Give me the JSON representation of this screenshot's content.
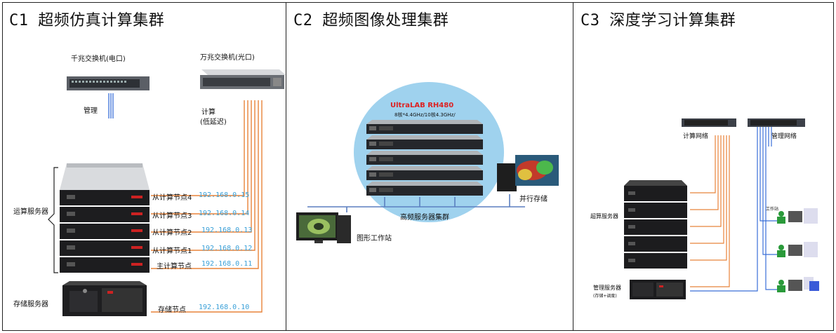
{
  "c1": {
    "title": "C1 超频仿真计算集群",
    "switch_gigabit": "千兆交换机(电口)",
    "switch_10g": "万兆交换机(光口)",
    "manage_label": "管理",
    "compute_label": "计算",
    "compute_sub": "(低延迟)",
    "compute_servers_label": "运算服务器",
    "storage_servers_label": "存储服务器",
    "nodes": [
      {
        "label": "从计算节点4",
        "ip": "192.168.0.15"
      },
      {
        "label": "从计算节点3",
        "ip": "192.168.0.14"
      },
      {
        "label": "从计算节点2",
        "ip": "192.168.0.13"
      },
      {
        "label": "从计算节点1",
        "ip": "192.168.0.12"
      },
      {
        "label": "主计算节点",
        "ip": "192.168.0.11"
      }
    ],
    "storage_node": {
      "label": "存储节点",
      "ip": "192.168.0.10"
    }
  },
  "c2": {
    "title": "C2 超频图像处理集群",
    "model": "UltraLAB RH480",
    "spec": "8核*4.4GHz/10核4.3GHz/",
    "cluster_label": "高频服务器集群",
    "storage_label": "并行存储",
    "workstation_label": "图形工作站"
  },
  "c3": {
    "title": "C3 深度学习计算集群",
    "compute_net": "计算网络",
    "manage_net": "管理网络",
    "super_servers": "超算服务器",
    "manage_server": "管理服务器",
    "manage_server_sub": "(存储+调度)",
    "workstation": "工作站"
  },
  "colors": {
    "orange": "#e8833a",
    "blue": "#3a6fd8",
    "ip": "#3aa0d8",
    "bubble": "#9fd2ee"
  }
}
